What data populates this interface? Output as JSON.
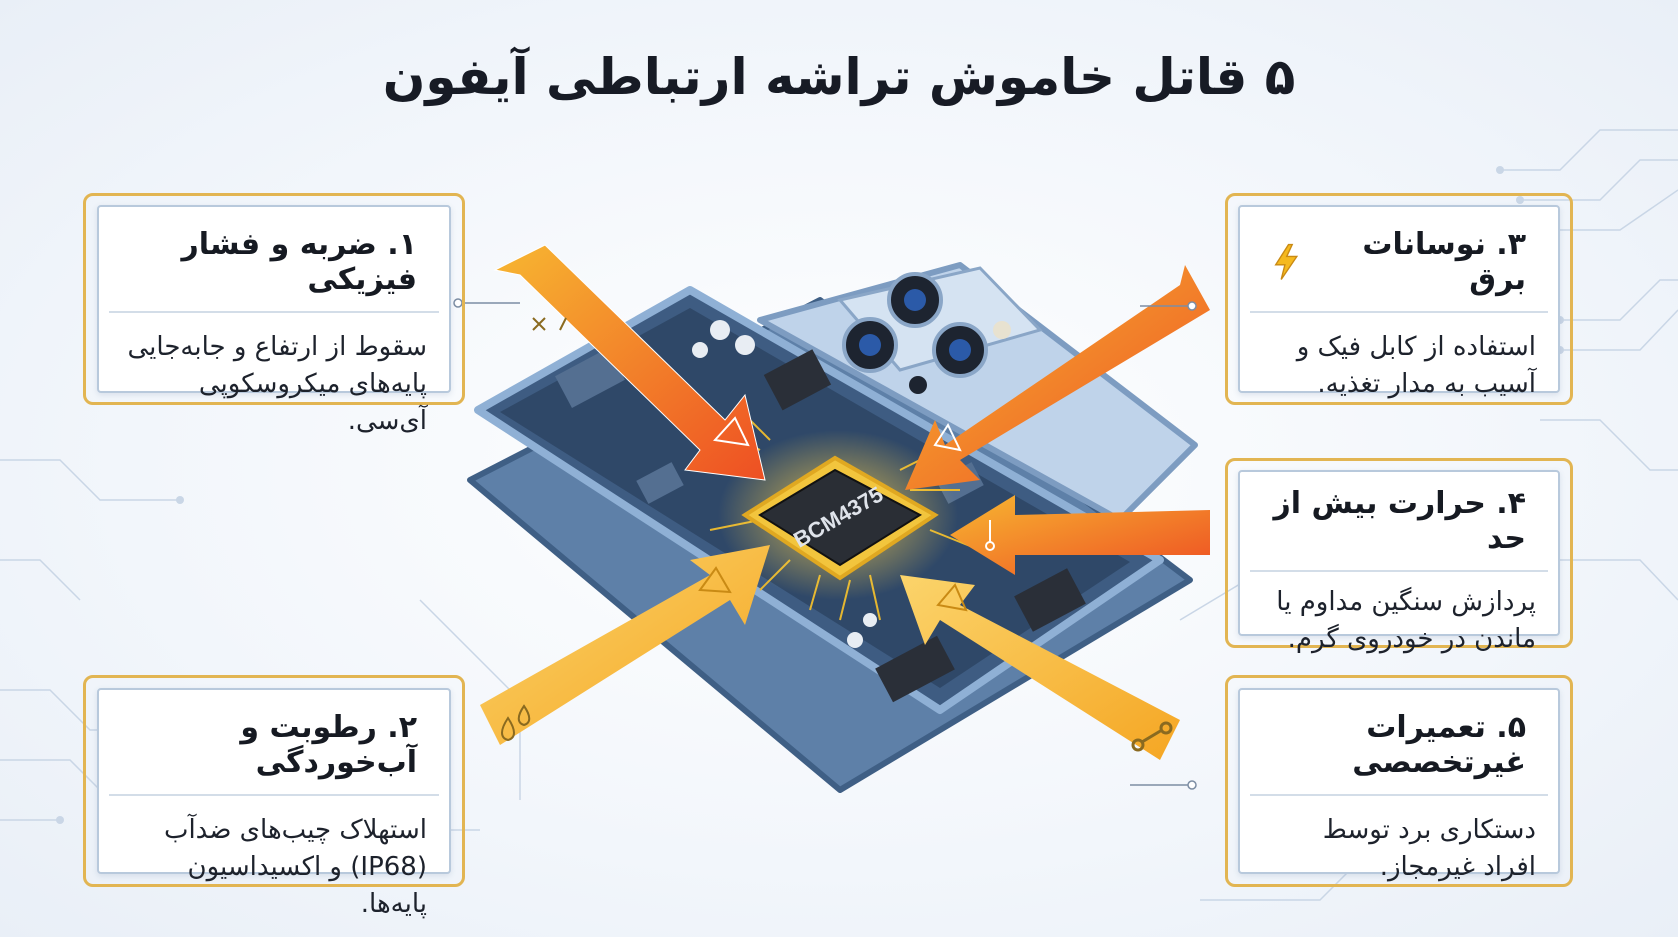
{
  "title": "۵ قاتل خاموش تراشه ارتباطی آیفون",
  "chip": {
    "label": "BCM4375"
  },
  "cards": [
    {
      "id": "c1",
      "heading": "۱. ضربه و فشار فیزیکی",
      "body": "سقوط از ارتفاع و جابه‌جایی پایه‌های میکروسکوپی آی‌سی."
    },
    {
      "id": "c2",
      "heading": "۲. رطوبت و آب‌خوردگی",
      "body": "استهلاک چیب‌های ضدآب (IP68) و اکسیداسیون پایه‌ها."
    },
    {
      "id": "c3",
      "heading": "۳. نوسانات برق",
      "body": "استفاده از کابل فیک و آسیب به مدار تغذیه.",
      "icon": "lightning-icon"
    },
    {
      "id": "c4",
      "heading": "۴. حرارت بیش از حد",
      "body": "پردازش سنگین مداوم یا ماندن در خودروی گرم."
    },
    {
      "id": "c5",
      "heading": "۵. تعمیرات غیرتخصصی",
      "body": "دستکاری برد توسط افراد غیرمجاز."
    }
  ],
  "arrow_icons": [
    "impact-icon",
    "water-drop-icon",
    "warning-icon",
    "thermometer-icon",
    "wrench-icon"
  ],
  "colors": {
    "accent_gold": "#e2b552",
    "arrow_orange": "#f05a2a",
    "arrow_yellow": "#f7b731",
    "phone_blue": "#6f93bd",
    "chip_dark": "#2a2e35"
  }
}
